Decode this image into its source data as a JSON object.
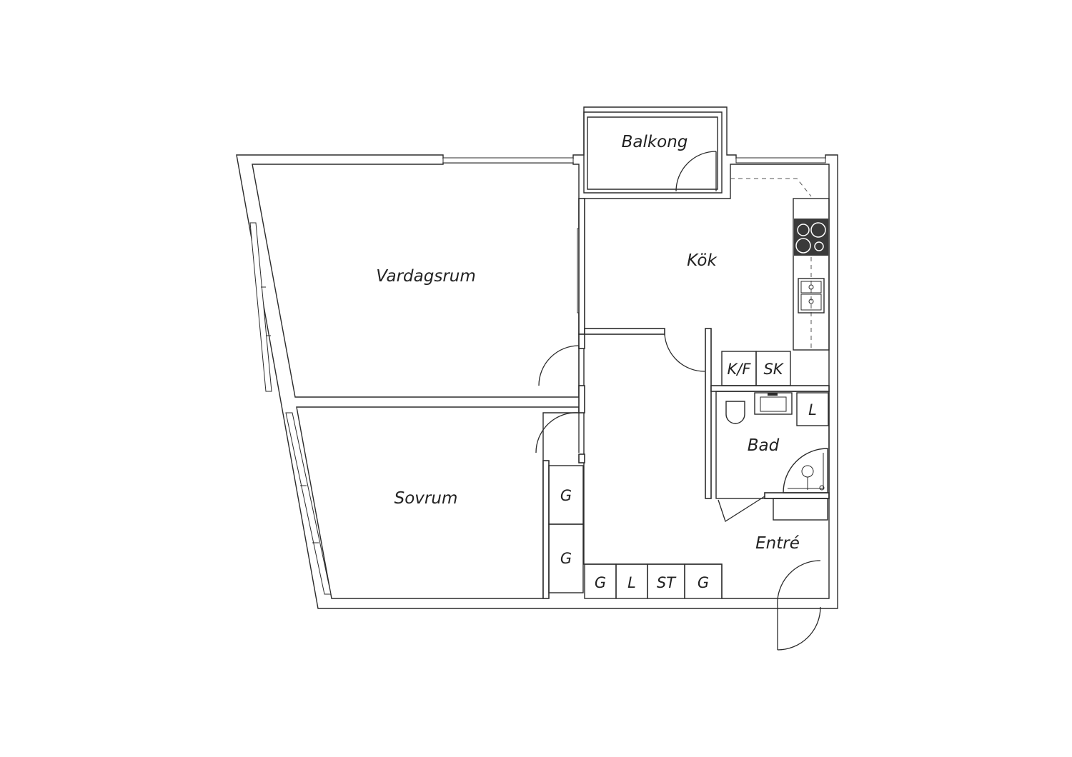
{
  "floorplan": {
    "rooms": {
      "balkong": "Balkong",
      "vardagsrum": "Vardagsrum",
      "kok": "Kök",
      "bad": "Bad",
      "sovrum": "Sovrum",
      "entre": "Entré"
    },
    "units": {
      "kf": "K/F",
      "sk": "SK",
      "bad_l": "L",
      "closet_g1": "G",
      "closet_g2": "G",
      "closet_g3": "G",
      "closet_l": "L",
      "closet_st": "ST",
      "closet_g4": "G"
    },
    "colors": {
      "wall": "#2b2b2b",
      "stove": "#3a3a3a",
      "background": "#ffffff"
    }
  }
}
